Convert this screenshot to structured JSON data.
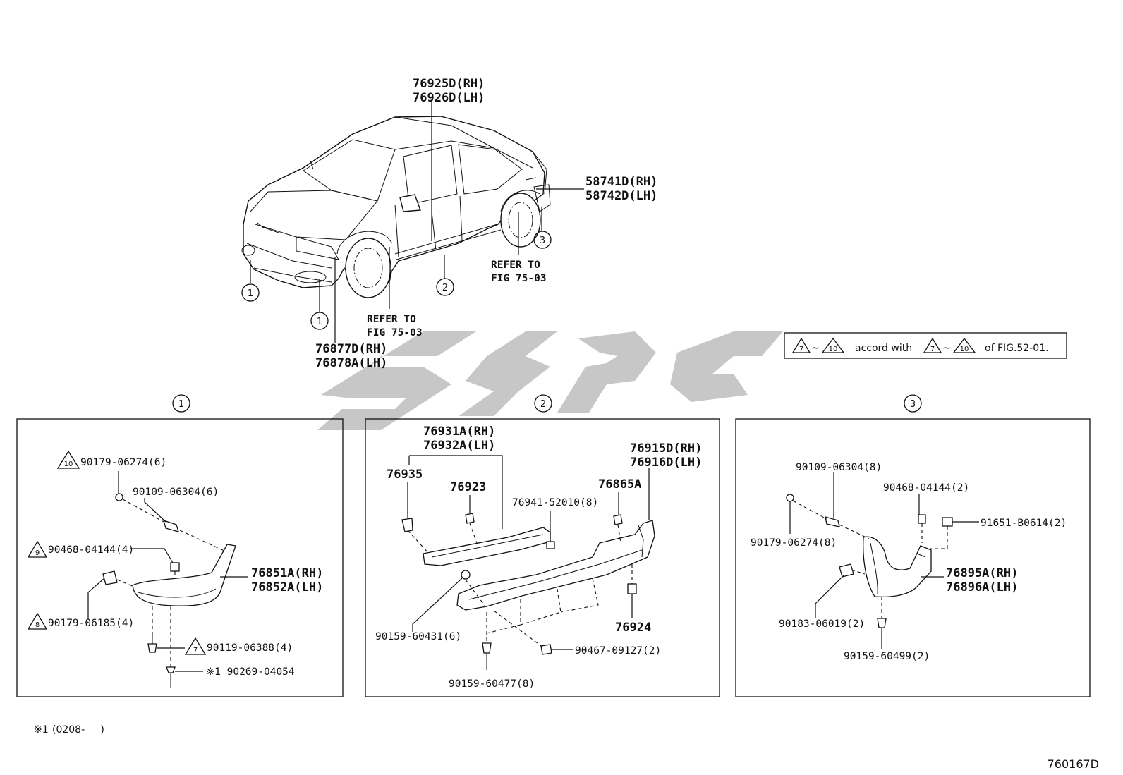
{
  "overview": {
    "labels": [
      {
        "id": "p76925",
        "text": "76925D(RH)"
      },
      {
        "id": "p76926",
        "text": "76926D(LH)"
      },
      {
        "id": "p58741",
        "text": "58741D(RH)"
      },
      {
        "id": "p58742",
        "text": "58742D(LH)"
      },
      {
        "id": "ref1a",
        "text": "REFER TO"
      },
      {
        "id": "ref1b",
        "text": "FIG 75-03"
      },
      {
        "id": "ref2a",
        "text": "REFER TO"
      },
      {
        "id": "ref2b",
        "text": "FIG 75-03"
      },
      {
        "id": "p76877",
        "text": "76877D(RH)"
      },
      {
        "id": "p76878",
        "text": "76878A(LH)"
      }
    ],
    "callouts": [
      "1",
      "1",
      "2",
      "3"
    ]
  },
  "legend": {
    "range_from": "7",
    "range_to": "10",
    "tilde": "~",
    "accord_with": "accord with",
    "of_fig": "of FIG.52-01."
  },
  "section_titles": [
    "1",
    "2",
    "3"
  ],
  "section1": [
    {
      "id": "s1a",
      "tri": "10",
      "text": "90179-06274(6)"
    },
    {
      "id": "s1b",
      "tri": "",
      "text": "90109-06304(6)"
    },
    {
      "id": "s1c",
      "tri": "9",
      "text": "90468-04144(4)"
    },
    {
      "id": "s1d",
      "tri": "",
      "text": "76851A(RH)"
    },
    {
      "id": "s1e",
      "tri": "",
      "text": "76852A(LH)"
    },
    {
      "id": "s1f",
      "tri": "8",
      "text": "90179-06185(4)"
    },
    {
      "id": "s1g",
      "tri": "7",
      "text": "90119-06388(4)"
    },
    {
      "id": "s1h",
      "tri": "",
      "text": "※1 90269-04054"
    }
  ],
  "section2": [
    {
      "id": "s2a",
      "text": "76931A(RH)"
    },
    {
      "id": "s2b",
      "text": "76932A(LH)"
    },
    {
      "id": "s2c",
      "text": "76935"
    },
    {
      "id": "s2d",
      "text": "76923"
    },
    {
      "id": "s2e",
      "text": "76941-52010(8)"
    },
    {
      "id": "s2f",
      "text": "76915D(RH)"
    },
    {
      "id": "s2g",
      "text": "76916D(LH)"
    },
    {
      "id": "s2h",
      "text": "76865A"
    },
    {
      "id": "s2i",
      "text": "76924"
    },
    {
      "id": "s2j",
      "text": "90159-60431(6)"
    },
    {
      "id": "s2k",
      "text": "90467-09127(2)"
    },
    {
      "id": "s2l",
      "text": "90159-60477(8)"
    }
  ],
  "section3": [
    {
      "id": "s3a",
      "text": "90109-06304(8)"
    },
    {
      "id": "s3b",
      "text": "90468-04144(2)"
    },
    {
      "id": "s3c",
      "text": "91651-B0614(2)"
    },
    {
      "id": "s3d",
      "text": "90179-06274(8)"
    },
    {
      "id": "s3e",
      "text": "76895A(RH)"
    },
    {
      "id": "s3f",
      "text": "76896A(LH)"
    },
    {
      "id": "s3g",
      "text": "90183-06019(2)"
    },
    {
      "id": "s3h",
      "text": "90159-60499(2)"
    }
  ],
  "footnote": {
    "mark": "※1",
    "text": "(0208-     )"
  },
  "figure_code": "760167D"
}
